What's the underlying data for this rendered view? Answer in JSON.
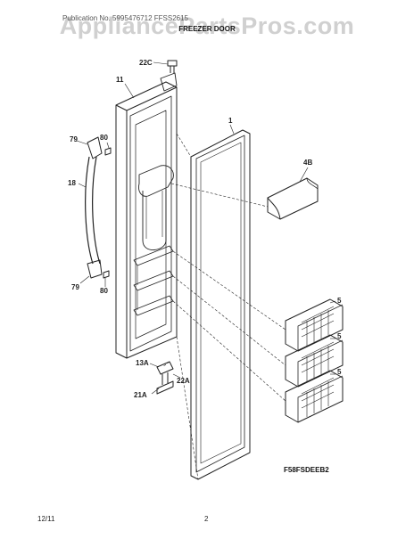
{
  "watermark": "AppliancePartsPros.com",
  "header": {
    "subtitle": "Publication No. 5995476712  FFSS2615",
    "title": "FREEZER DOOR"
  },
  "parts": {
    "p22C": "22C",
    "p11": "11",
    "p1": "1",
    "p79a": "79",
    "p80a": "80",
    "p4B": "4B",
    "p18": "18",
    "p79b": "79",
    "p80b": "80",
    "p5a": "5",
    "p5b": "5",
    "p5c": "5",
    "p13A": "13A",
    "p22A": "22A",
    "p21A": "21A"
  },
  "diagram_code": "F58FSDEEB2",
  "footer": {
    "date": "12/11",
    "page": "2"
  }
}
